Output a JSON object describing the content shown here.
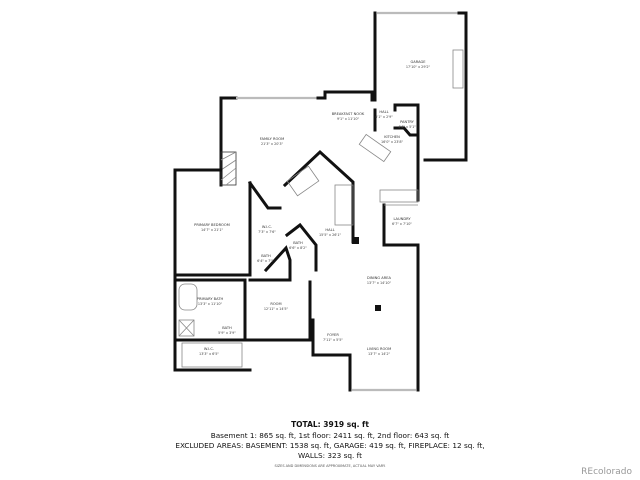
{
  "floorplan": {
    "rooms": [
      {
        "name": "GARAGE",
        "dims": "17'10\" x 29'2\""
      },
      {
        "name": "BREAKFAST NOOK",
        "dims": "9'1\" x 11'10\""
      },
      {
        "name": "HALL",
        "dims": "4'1\" x 2'9\""
      },
      {
        "name": "PANTRY",
        "dims": "4'6\" x 5'1\""
      },
      {
        "name": "KITCHEN",
        "dims": "16'0\" x 23'8\""
      },
      {
        "name": "FAMILY ROOM",
        "dims": "21'3\" x 20'3\""
      },
      {
        "name": "PRIMARY BEDROOM",
        "dims": "14'7\" x 21'1\""
      },
      {
        "name": "W.I.C.",
        "dims": "7'3\" x 7'6\""
      },
      {
        "name": "BATH",
        "dims": "6'6\" x 8'2\""
      },
      {
        "name": "BATH",
        "dims": "6'4\" x 7'5\""
      },
      {
        "name": "HALL",
        "dims": "15'5\" x 26'1\""
      },
      {
        "name": "LAUNDRY",
        "dims": "6'7\" x 7'10\""
      },
      {
        "name": "DINING AREA",
        "dims": "13'7\" x 14'10\""
      },
      {
        "name": "PRIMARY BATH",
        "dims": "13'3\" x 11'10\""
      },
      {
        "name": "ROOM",
        "dims": "12'11\" x 14'5\""
      },
      {
        "name": "BATH",
        "dims": "5'9\" x 3'9\""
      },
      {
        "name": "W.I.C.",
        "dims": "13'3\" x 6'5\""
      },
      {
        "name": "FOYER",
        "dims": "7'11\" x 5'5\""
      },
      {
        "name": "LIVING ROOM",
        "dims": "13'7\" x 14'2\""
      }
    ]
  },
  "summary": {
    "total": "TOTAL: 3919 sq. ft",
    "line1": "Basement 1: 865 sq. ft, 1st floor: 2411 sq. ft, 2nd floor: 643 sq. ft",
    "line2": "EXCLUDED AREAS: BASEMENT: 1538 sq. ft, GARAGE: 419 sq. ft, FIREPLACE: 12 sq. ft,",
    "line3": "WALLS: 323 sq. ft",
    "disclaimer": "SIZES AND DIMENSIONS ARE APPROXIMATE, ACTUAL MAY VARY."
  },
  "watermark": "REcolorado"
}
